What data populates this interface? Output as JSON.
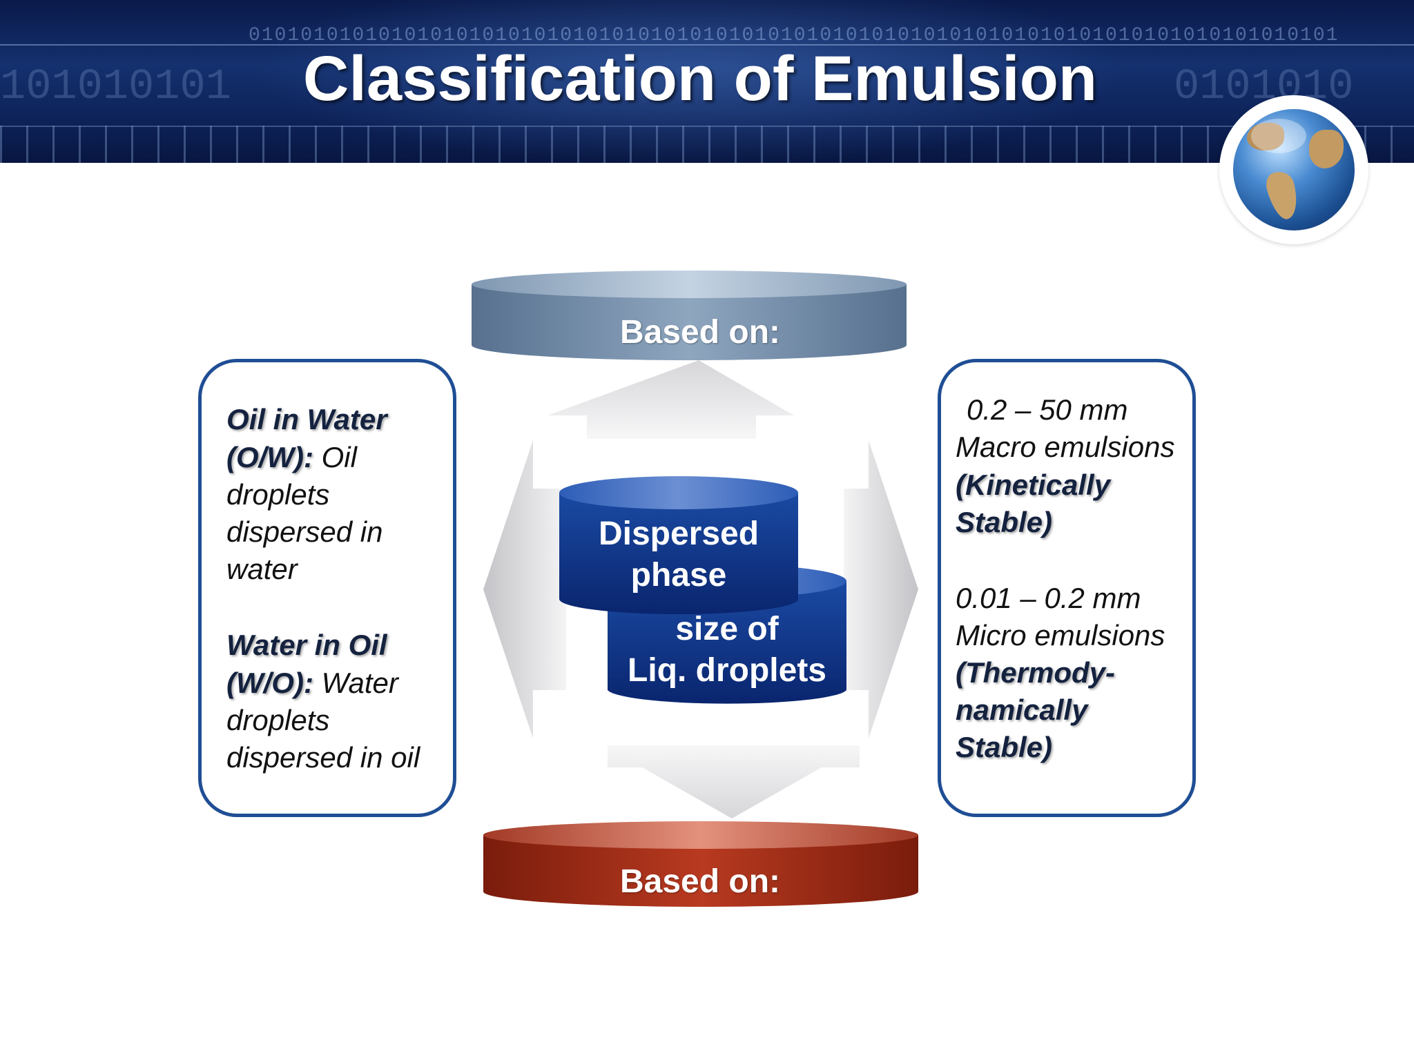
{
  "header": {
    "title": "Classification of Emulsion",
    "binary_strip": "010101010101010101010101010101010101010101010101010101010101010101010101010101010101",
    "binary_left": "101010101",
    "binary_right": "0101010"
  },
  "diagram": {
    "top_label": "Based on:",
    "bottom_label": "Based on:",
    "center_top_line1": "Dispersed",
    "center_top_line2": "phase",
    "center_bottom_line1": "size of",
    "center_bottom_line2": "Liq. droplets",
    "left_box": {
      "ow_title": "Oil in Water",
      "ow_abbr": "(O/W):",
      "ow_l1": "Oil",
      "ow_l2": "droplets",
      "ow_l3": "dispersed in",
      "ow_l4": "water",
      "wo_title": "Water in Oil",
      "wo_abbr": "(W/O):",
      "wo_l1": "Water",
      "wo_l2": "droplets",
      "wo_l3": "dispersed in oil"
    },
    "right_box": {
      "macro_range": "0.2 – 50 mm",
      "macro_name": "Macro emulsions",
      "macro_q1": "(Kinetically",
      "macro_q2": "Stable)",
      "micro_range": "0.01 – 0.2 mm",
      "micro_name": "Micro emulsions",
      "micro_q1": "(Thermody-",
      "micro_q2": "namically",
      "micro_q3": "Stable)"
    }
  },
  "colors": {
    "header": "#0d2258",
    "box_border": "#1f4e94",
    "cylinder_center": "#12378a",
    "top_disc": "#6f8aa6",
    "bottom_disc": "#9c2a14"
  }
}
